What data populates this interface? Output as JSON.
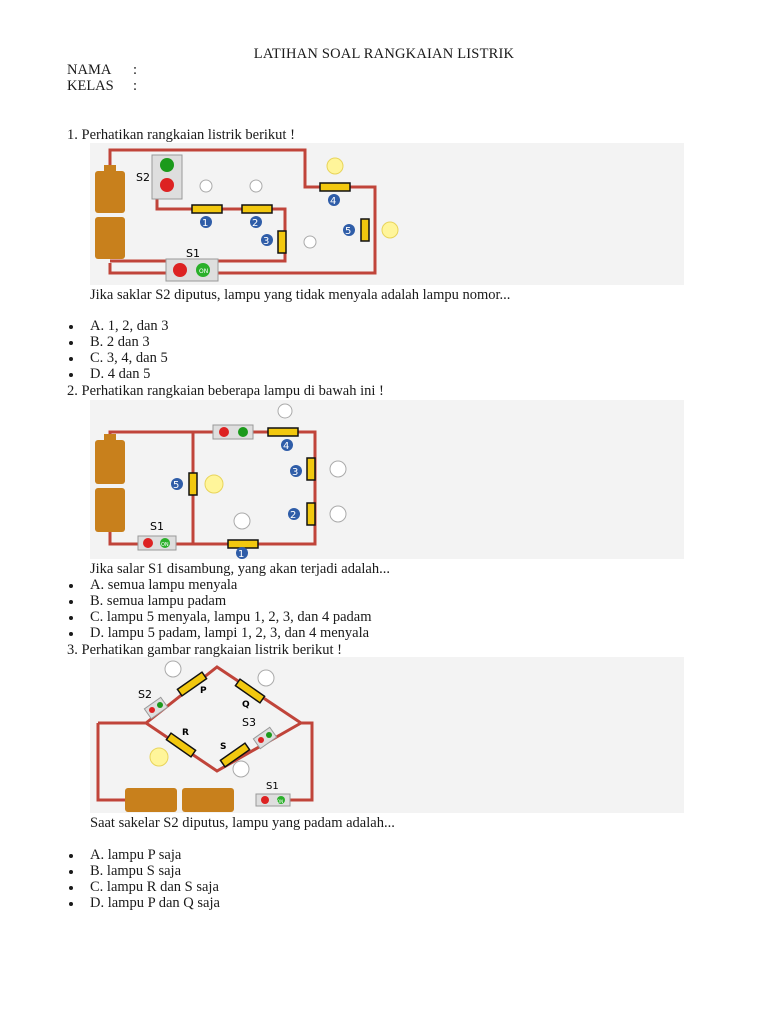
{
  "title": "LATIHAN SOAL RANGKAIAN LISTRIK",
  "fields": [
    {
      "label": "NAMA",
      "sep": ":"
    },
    {
      "label": "KELAS",
      "sep": ":"
    }
  ],
  "q1": {
    "question": "1. Perhatikan rangkaian listrik berikut !",
    "prompt": "Jika saklar S2 diputus, lampu yang tidak menyala adalah lampu nomor...",
    "options": [
      "A. 1, 2, dan 3",
      "B. 2 dan 3",
      "C. 3, 4, dan 5",
      "D. 4 dan 5"
    ],
    "figure": {
      "s2": "S2",
      "s1": "S1",
      "switch_on": "ON",
      "lamps": [
        "1",
        "2",
        "3",
        "4",
        "5"
      ]
    }
  },
  "q2": {
    "question": "2. Perhatikan rangkaian beberapa lampu di bawah ini !",
    "prompt": "Jika salar S1 disambung, yang akan terjadi adalah...",
    "options": [
      "A. semua lampu menyala",
      "B. semua lampu padam",
      "C. lampu 5 menyala, lampu 1, 2, 3, dan 4 padam",
      "D. lampu 5 padam, lampi 1, 2, 3, dan 4 menyala"
    ],
    "figure": {
      "s1": "S1",
      "switch_on": "ON",
      "lamps": [
        "1",
        "2",
        "3",
        "4",
        "5"
      ]
    }
  },
  "q3": {
    "question": "3. Perhatikan gambar rangkaian listrik berikut !",
    "prompt": "Saat sakelar S2 diputus, lampu yang padam adalah...",
    "options": [
      "A. lampu P saja",
      "B. lampu S saja",
      "C. lampu R dan S saja",
      "D. lampu P dan Q saja"
    ],
    "figure": {
      "s1": "S1",
      "s2": "S2",
      "s3": "S3",
      "switch_on": "ON",
      "lamps": [
        "P",
        "Q",
        "R",
        "S"
      ]
    }
  },
  "colors": {
    "wire": "#c0443a",
    "lamp_body": "#f2c80f",
    "badge": "#2f5da8",
    "battery": "#c8801c",
    "background_figure": "#f3f3f3"
  }
}
